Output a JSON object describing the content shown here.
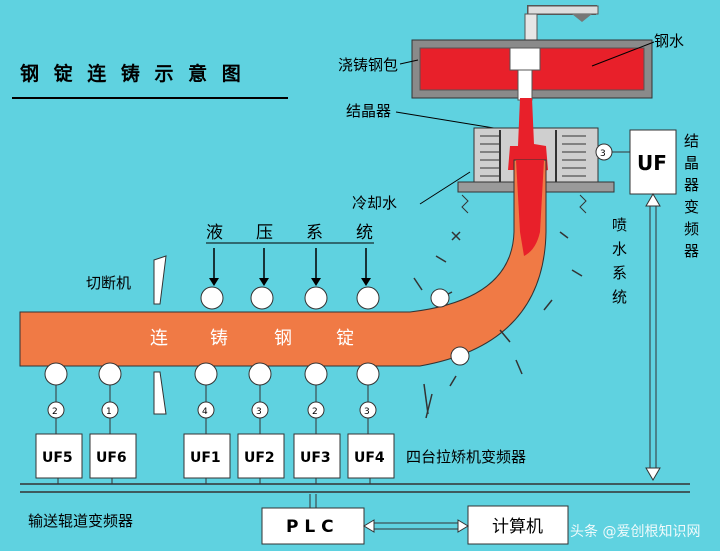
{
  "title": "钢 锭 连 铸 示 意 图",
  "labels": {
    "ladle": "浇铸钢包",
    "molten_steel": "钢水",
    "crystallizer": "结晶器",
    "cooling_water": "冷却水",
    "hydraulic": [
      "液",
      "压",
      "系",
      "统"
    ],
    "cutter": "切断机",
    "spray": [
      "喷",
      "水",
      "系",
      "统"
    ],
    "billet": [
      "连",
      "铸",
      "钢",
      "锭"
    ],
    "uf_right": "UF",
    "uf_right_caption": [
      "结",
      "晶",
      "器",
      "变",
      "频",
      "器"
    ],
    "four_drive": "四台拉矫机变频器",
    "conveyor": "输送辊道变频器",
    "plc": "P L C",
    "computer": "计算机",
    "watermark": "头条 @爱创根知识网"
  },
  "uf_boxes": [
    "UF5",
    "UF6",
    "UF1",
    "UF2",
    "UF3",
    "UF4"
  ],
  "motor_labels": [
    "2",
    "1",
    "4",
    "3",
    "2",
    "3",
    "3"
  ],
  "colors": {
    "background": "#5fd2e0",
    "billet": "#f07a45",
    "molten": "#e8202a",
    "ladle_shell": "#8a8a8a"
  }
}
